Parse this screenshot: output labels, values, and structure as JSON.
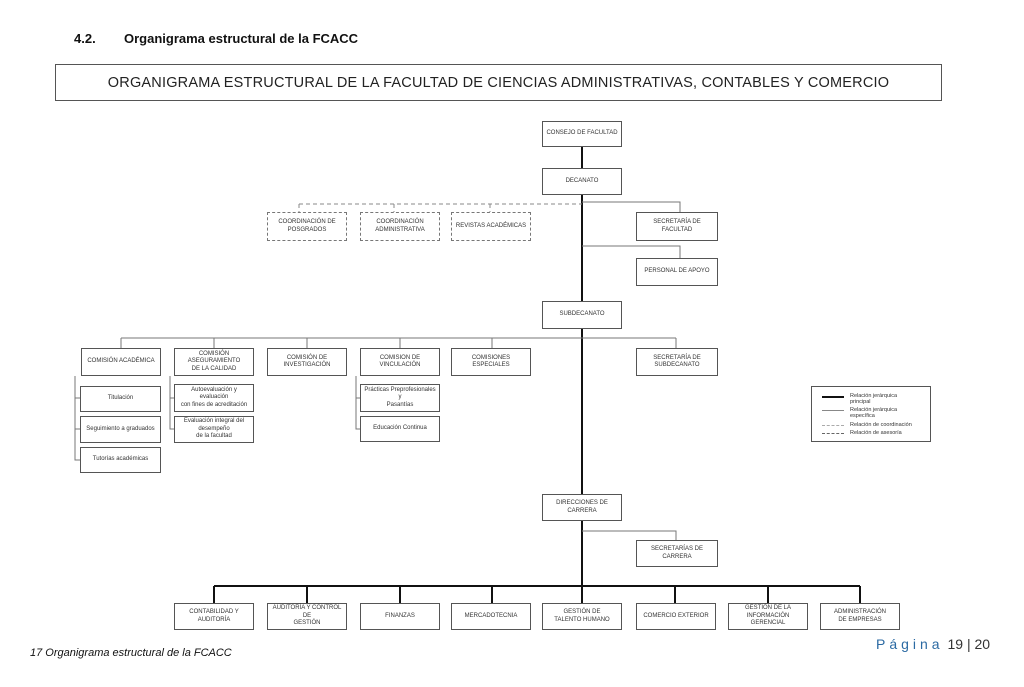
{
  "section": {
    "number": "4.2.",
    "title": "Organigrama estructural de la FCACC"
  },
  "banner": "ORGANIGRAMA ESTRUCTURAL DE LA FACULTAD DE CIENCIAS ADMINISTRATIVAS, CONTABLES Y COMERCIO",
  "nodes": {
    "consejo": "CONSEJO DE FACULTAD",
    "decanato": "DECANATO",
    "coord_posgrados": "COORDINACIÓN DE\nPOSGRADOS",
    "coord_administrativa": "COORDINACIÓN\nADMINISTRATIVA",
    "revistas": "REVISTAS ACADÉMICAS",
    "secretaria_facultad": "SECRETARÍA DE FACULTAD",
    "personal_apoyo": "PERSONAL DE APOYO",
    "subdecanato": "SUBDECANATO",
    "comision_academica": "COMISIÓN ACADÉMICA",
    "comision_calidad": "COMISIÓN\nASEGURAMIENTO\nDE LA CALIDAD",
    "comision_investigacion": "COMISIÓN DE\nINVESTIGACIÓN",
    "comision_vinculacion": "COMISION DE\nVINCULACIÓN",
    "comisiones_especiales": "COMISIONES ESPECIALES",
    "secretaria_subdecanato": "SECRETARÍA DE\nSUBDECANATO",
    "titulacion": "Titulación",
    "seguimiento": "Seguimiento a graduados",
    "tutorias": "Tutorías académicas",
    "autoevaluacion": "Autoevaluación y\nevaluación\ncon fines de acreditación",
    "evaluacion_integral": "Evaluación integral del\ndesempeño\nde la facultad",
    "practicas": "Prácticas Preprofesionales y\nPasantías",
    "educacion_continua": "Educación Continua",
    "direcciones_carrera": "DIRECCIONES DE CARRERA",
    "secretarias_carrera": "SECRETARÍAS DE CARRERA",
    "contabilidad": "CONTABILIDAD Y\nAUDITORÍA",
    "auditoria_control": "AUDITORÍA Y CONTROL DE\nGESTIÓN",
    "finanzas": "FINANZAS",
    "mercadotecnia": "MERCADOTECNIA",
    "talento_humano": "GESTIÓN DE\nTALENTO HUMANO",
    "comercio_exterior": "COMERCIO EXTERIOR",
    "informacion_gerencial": "GESTIÓN DE LA\nINFORMACIÓN GERENCIAL",
    "administracion_empresas": "ADMINISTRACIÓN\nDE EMPRESAS"
  },
  "legend": {
    "principal": "Relación jerárquica\nprincipal",
    "especifica": "Relación jerárquica\nespecífica",
    "coordinacion": "Relación de coordinación",
    "asesoria": "Relación de asesoría"
  },
  "footer": {
    "caption": "17 Organigrama estructural de la FCACC",
    "page_word": "Página",
    "page_current": "19",
    "page_total": "20"
  }
}
